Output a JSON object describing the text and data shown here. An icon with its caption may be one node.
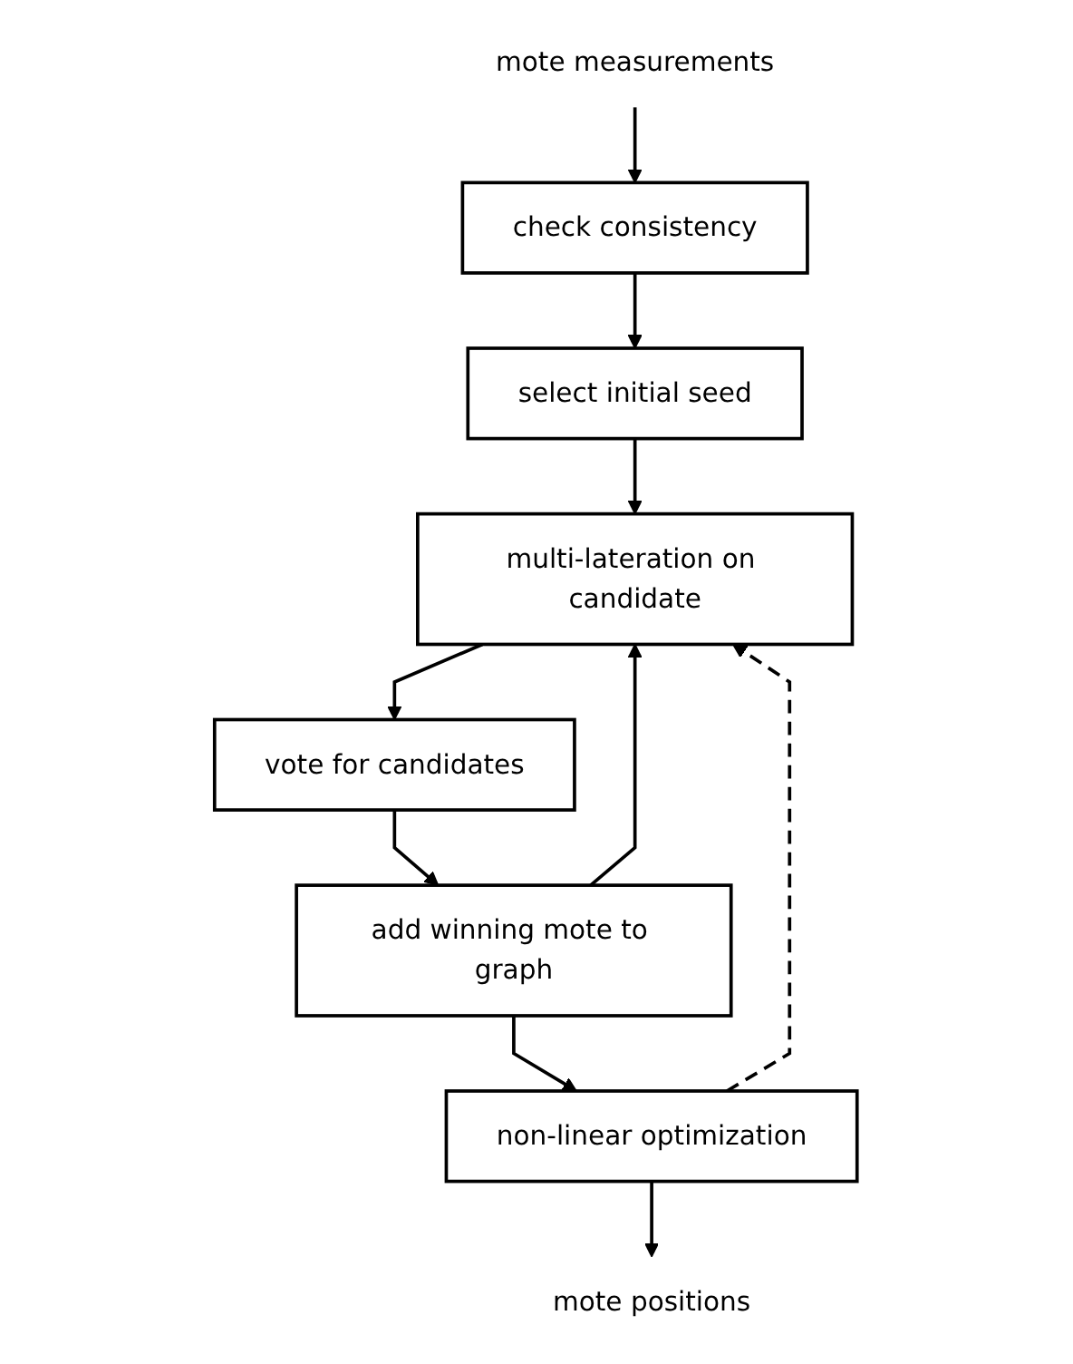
{
  "diagram": {
    "nodes": [
      {
        "text": [
          "mote measurements"
        ]
      },
      {
        "text": [
          "check consistency"
        ]
      },
      {
        "text": [
          "select initial seed"
        ]
      },
      {
        "text": [
          "multi-lateration on candidate"
        ]
      },
      {
        "text": [
          "vote for candidates"
        ]
      },
      {
        "text": [
          "add winning mote to graph"
        ]
      },
      {
        "text": [
          "non-linear optimization"
        ]
      },
      {
        "text": [
          "mote positions"
        ]
      }
    ],
    "edges": [
      {
        "from": 0,
        "to": 1,
        "arrow": "to"
      },
      {
        "from": 1,
        "to": 2,
        "arrow": "to"
      },
      {
        "from": 2,
        "to": 3,
        "arrow": "to"
      },
      {
        "from": 3,
        "to": 4,
        "arrow": "to"
      },
      {
        "from": 4,
        "to": 5,
        "arrow": "to"
      },
      {
        "from": 5,
        "to": 3,
        "arrow": "to"
      },
      {
        "from": 5,
        "to": 6,
        "arrow": "to"
      },
      {
        "from": 6,
        "to": 3,
        "arrow": "to",
        "style": "dashed"
      },
      {
        "from": 6,
        "to": 7,
        "arrow": "to"
      }
    ]
  }
}
